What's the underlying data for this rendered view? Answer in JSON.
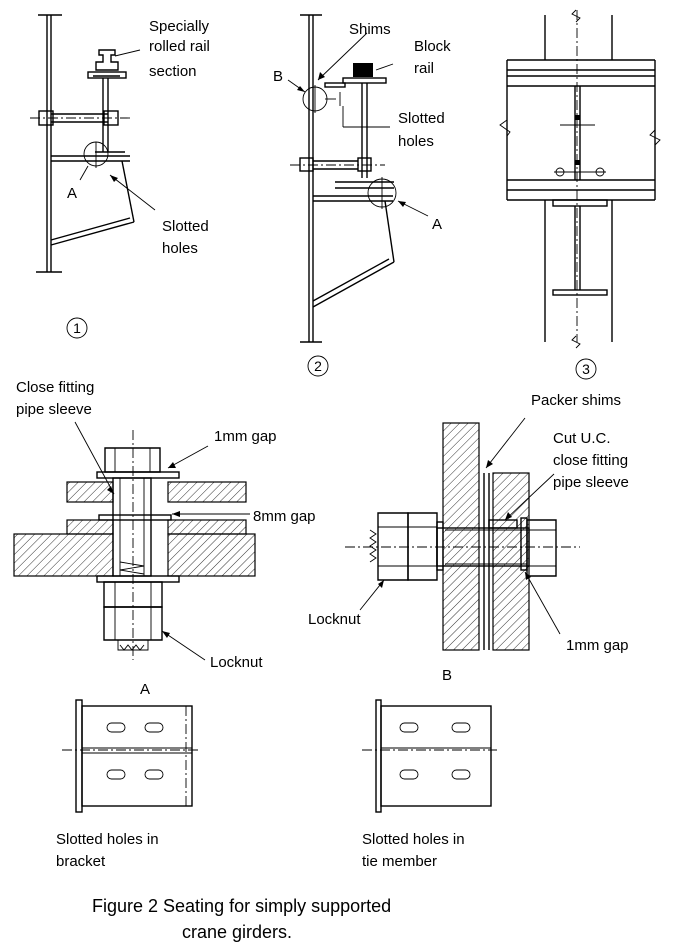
{
  "figure": {
    "caption_line1": "Figure 2  Seating for simply supported",
    "caption_line2": "crane girders."
  },
  "panel1": {
    "rail_label": [
      "Specially",
      "rolled rail",
      "section"
    ],
    "detail_marker": "A",
    "slot_label": [
      "Slotted",
      "holes"
    ],
    "number": "1"
  },
  "panel2": {
    "shims_label": "Shims",
    "block_rail_label": [
      "Block",
      "rail"
    ],
    "detail_marker_b": "B",
    "slot_label": [
      "Slotted",
      "holes"
    ],
    "detail_marker_a": "A",
    "number": "2"
  },
  "panel3": {
    "number": "3"
  },
  "detail_a": {
    "sleeve_label": [
      "Close fitting",
      "pipe sleeve"
    ],
    "gap1_label": "1mm gap",
    "gap8_label": "8mm gap",
    "locknut_label": "Locknut",
    "title": "A"
  },
  "detail_b": {
    "packer_label": "Packer shims",
    "sleeve_label": [
      "Cut U.C.",
      "close fitting",
      "pipe sleeve"
    ],
    "locknut_label": "Locknut",
    "gap_label": "1mm gap",
    "title": "B"
  },
  "slot_bracket": {
    "label": [
      "Slotted holes in",
      "bracket"
    ]
  },
  "slot_tie": {
    "label": [
      "Slotted holes in",
      "tie member"
    ]
  }
}
